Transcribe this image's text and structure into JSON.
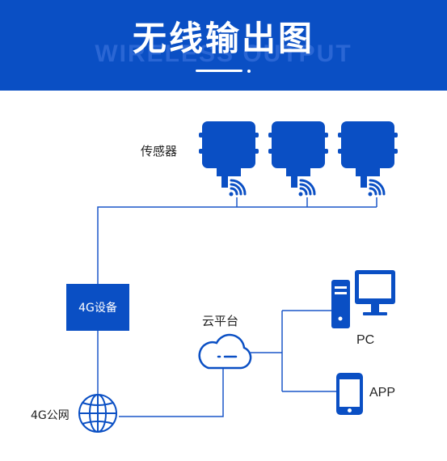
{
  "banner": {
    "title": "无线输出图",
    "subtitle": "WIRELESS OUTPUT"
  },
  "labels": {
    "sensors": "传感器",
    "device": "4G设备",
    "cloud": "云平台",
    "network": "4G公网",
    "pc": "PC",
    "app": "APP"
  },
  "icons": {
    "sensor": "sensor-icon",
    "wifi": "wifi-icon",
    "cloud": "cloud-icon",
    "globe": "globe-icon",
    "computer": "computer-icon",
    "phone": "phone-icon"
  },
  "colors": {
    "accent": "#0a4fc4",
    "line": "#1a57c8"
  }
}
